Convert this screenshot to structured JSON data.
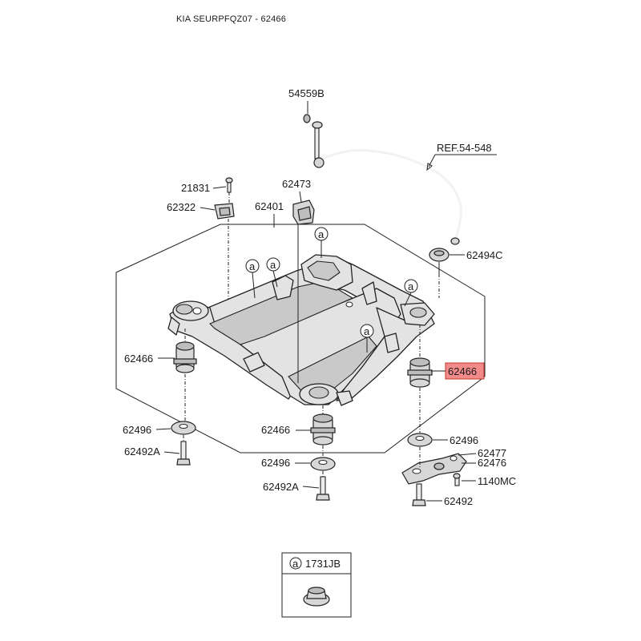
{
  "header": {
    "title": "KIA SEURPFQZ07 - 62466"
  },
  "callouts": {
    "c54559B": "54559B",
    "cRef": "REF.54-548",
    "c21831": "21831",
    "c62473": "62473",
    "c62322": "62322",
    "c62401": "62401",
    "c62494C": "62494C",
    "c62466_left": "62466",
    "c62466_right": "62466",
    "c62466_center": "62466",
    "c62496_left": "62496",
    "c62496_center": "62496",
    "c62496_right": "62496",
    "c62492A_left": "62492A",
    "c62492A_center": "62492A",
    "c62477": "62477",
    "c62476": "62476",
    "c1140MC": "1140MC",
    "c62492": "62492"
  },
  "markers": {
    "a": "a"
  },
  "legend": {
    "marker": "a",
    "code": "1731JB"
  },
  "colors": {
    "highlight_fill": "#f28a8a",
    "highlight_stroke": "#c0392b",
    "line": "#222222"
  }
}
